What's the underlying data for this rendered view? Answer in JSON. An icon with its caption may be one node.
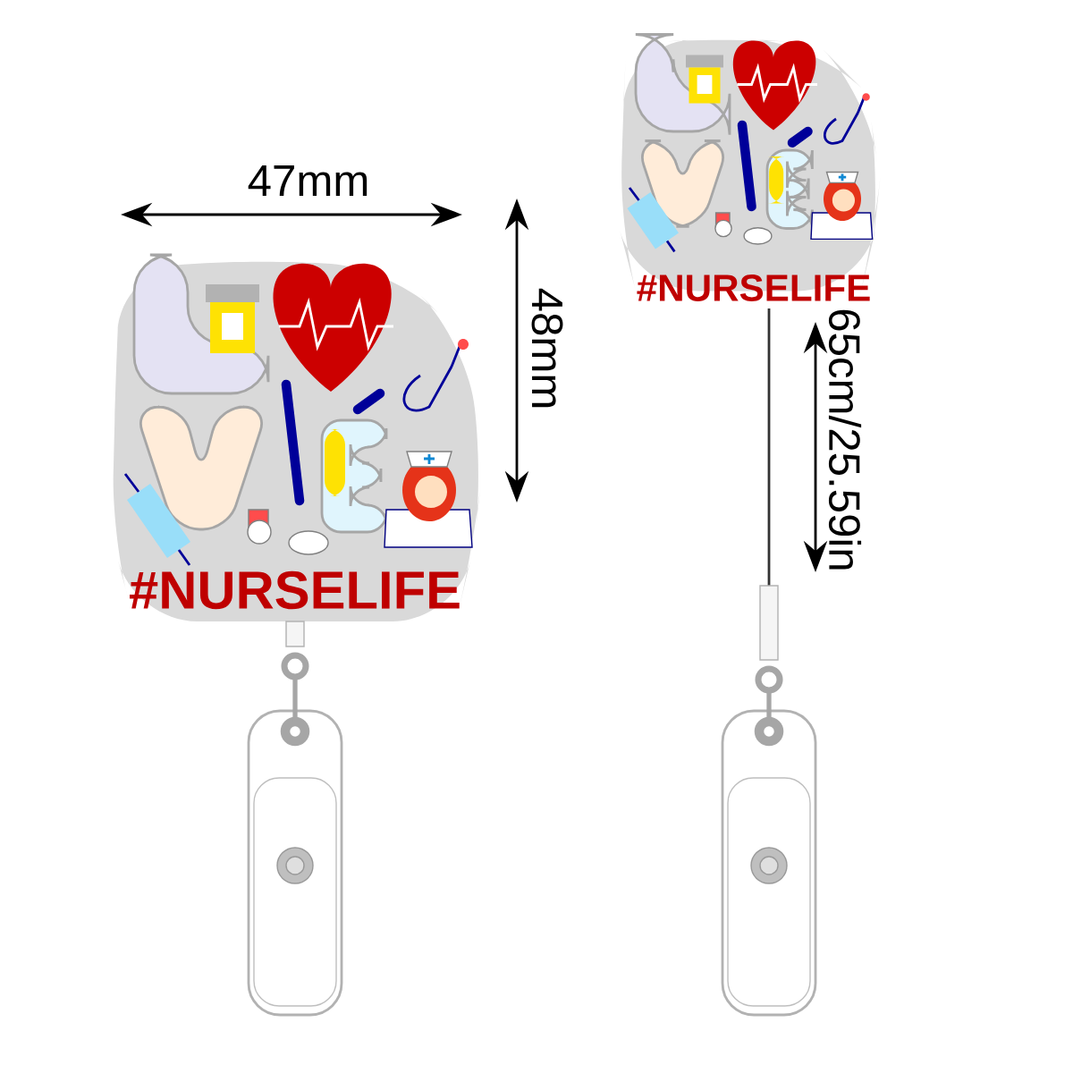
{
  "diagram": {
    "labels": [
      "47mm",
      "48mm",
      "#NURSELIFE",
      "#NURSELIFE",
      "65cm/25.59in"
    ]
  }
}
